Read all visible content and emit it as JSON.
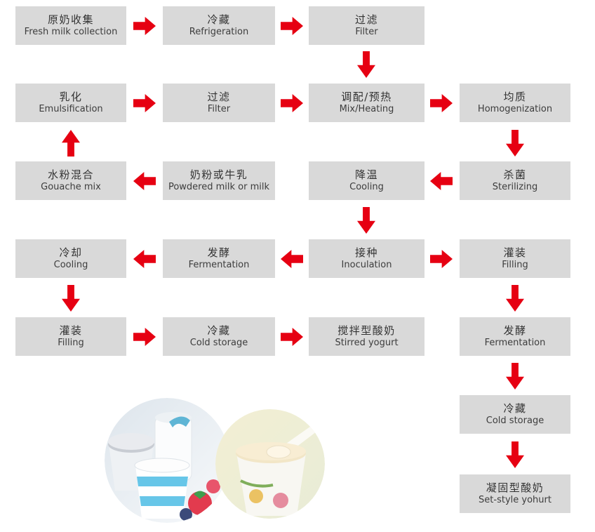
{
  "colors": {
    "arrow_red": "#e60012",
    "box_gray": "#d9d9d9",
    "text_dark": "#333333"
  },
  "steps": {
    "fresh_milk_collection": {
      "zh": "原奶收集",
      "en": "Fresh milk collection"
    },
    "refrigeration": {
      "zh": "冷藏",
      "en": "Refrigeration"
    },
    "filter_top": {
      "zh": "过滤",
      "en": "Filter"
    },
    "emulsification": {
      "zh": "乳化",
      "en": "Emulsification"
    },
    "filter_mid": {
      "zh": "过滤",
      "en": "Filter"
    },
    "mix_heating": {
      "zh": "调配/预热",
      "en": "Mix/Heating"
    },
    "homogenization": {
      "zh": "均质",
      "en": "Homogenization"
    },
    "gouache_mix": {
      "zh": "水粉混合",
      "en": "Gouache mix"
    },
    "powdered_milk": {
      "zh": "奶粉或牛乳",
      "en": "Powdered milk or milk"
    },
    "cooling_down": {
      "zh": "降温",
      "en": "Cooling"
    },
    "sterilizing": {
      "zh": "杀菌",
      "en": "Sterilizing"
    },
    "cooling": {
      "zh": "冷却",
      "en": "Cooling"
    },
    "fermentation_mid": {
      "zh": "发酵",
      "en": "Fermentation"
    },
    "inoculation": {
      "zh": "接种",
      "en": "Inoculation"
    },
    "filling_right": {
      "zh": "灌装",
      "en": "Filling"
    },
    "filling_left": {
      "zh": "灌装",
      "en": "Filling"
    },
    "cold_storage_mid": {
      "zh": "冷藏",
      "en": "Cold storage"
    },
    "stirred_yogurt": {
      "zh": "搅拌型酸奶",
      "en": "Stirred yogurt"
    },
    "fermentation_right": {
      "zh": "发酵",
      "en": "Fermentation"
    },
    "cold_storage_right": {
      "zh": "冷藏",
      "en": "Cold storage"
    },
    "set_style_yogurt": {
      "zh": "凝固型酸奶",
      "en": "Set-style yohurt"
    }
  }
}
